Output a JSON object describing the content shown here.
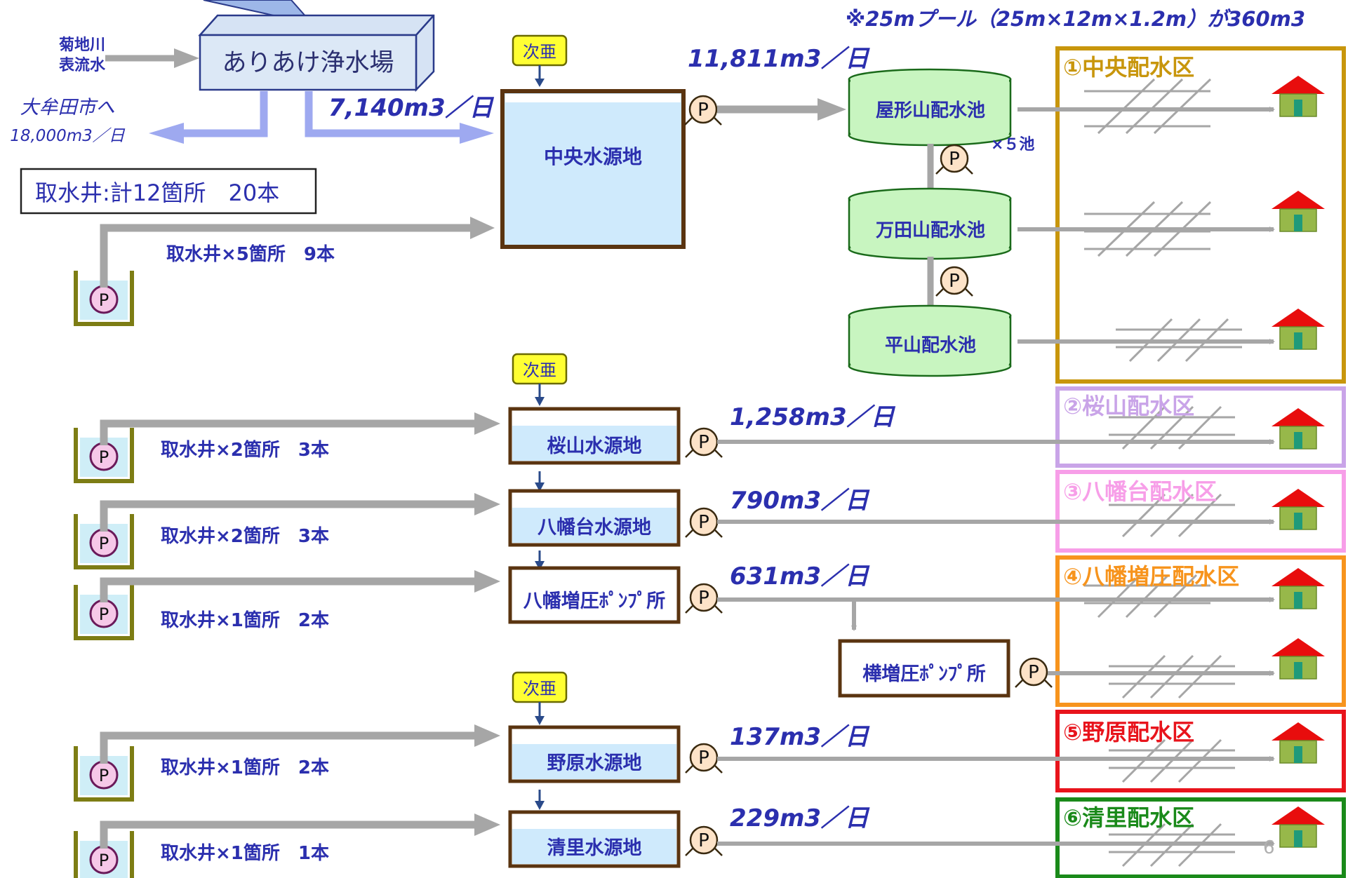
{
  "note": "※25mプール（25m×12m×1.2m）が360m3",
  "intake": {
    "river": [
      "菊地川",
      "表流水"
    ],
    "plant": "ありあけ浄水場"
  },
  "omuta": {
    "label": "大牟田市へ",
    "volume": "18,000m3／日"
  },
  "plant_to_central": "7,140m3／日",
  "wells_total": "取水井:計12箇所　20本",
  "chlorine": "次亜",
  "pump": "P",
  "central": {
    "source": "中央水源地",
    "wells": "取水井×5箇所　9本",
    "flow": "11,811m3／日",
    "reservoirs": [
      "屋形山配水池",
      "万田山配水池",
      "平山配水池"
    ],
    "pond_count": "×５池"
  },
  "sources": [
    {
      "name": "桜山水源地",
      "wells": "取水井×2箇所　3本",
      "flow": "1,258m3／日"
    },
    {
      "name": "八幡台水源地",
      "wells": "取水井×2箇所　3本",
      "flow": "790m3／日"
    },
    {
      "name": "八幡増圧ﾎﾟﾝﾌﾟ所",
      "wells": "取水井×1箇所　2本",
      "flow": "631m3／日"
    },
    {
      "name": "野原水源地",
      "wells": "取水井×1箇所　2本",
      "flow": "137m3／日"
    },
    {
      "name": "清里水源地",
      "wells": "取水井×1箇所　1本",
      "flow": "229m3／日"
    }
  ],
  "booster2": "樺増圧ﾎﾟﾝﾌﾟ所",
  "districts": [
    {
      "label": "①中央配水区",
      "color": "#c8960c"
    },
    {
      "label": "②桜山配水区",
      "color": "#c9a4e8"
    },
    {
      "label": "③八幡台配水区",
      "color": "#f79ee8"
    },
    {
      "label": "④八幡増圧配水区",
      "color": "#f7941d"
    },
    {
      "label": "⑤野原配水区",
      "color": "#e8141c"
    },
    {
      "label": "⑥清里配水区",
      "color": "#1a8a1a"
    }
  ],
  "page_number": "6"
}
